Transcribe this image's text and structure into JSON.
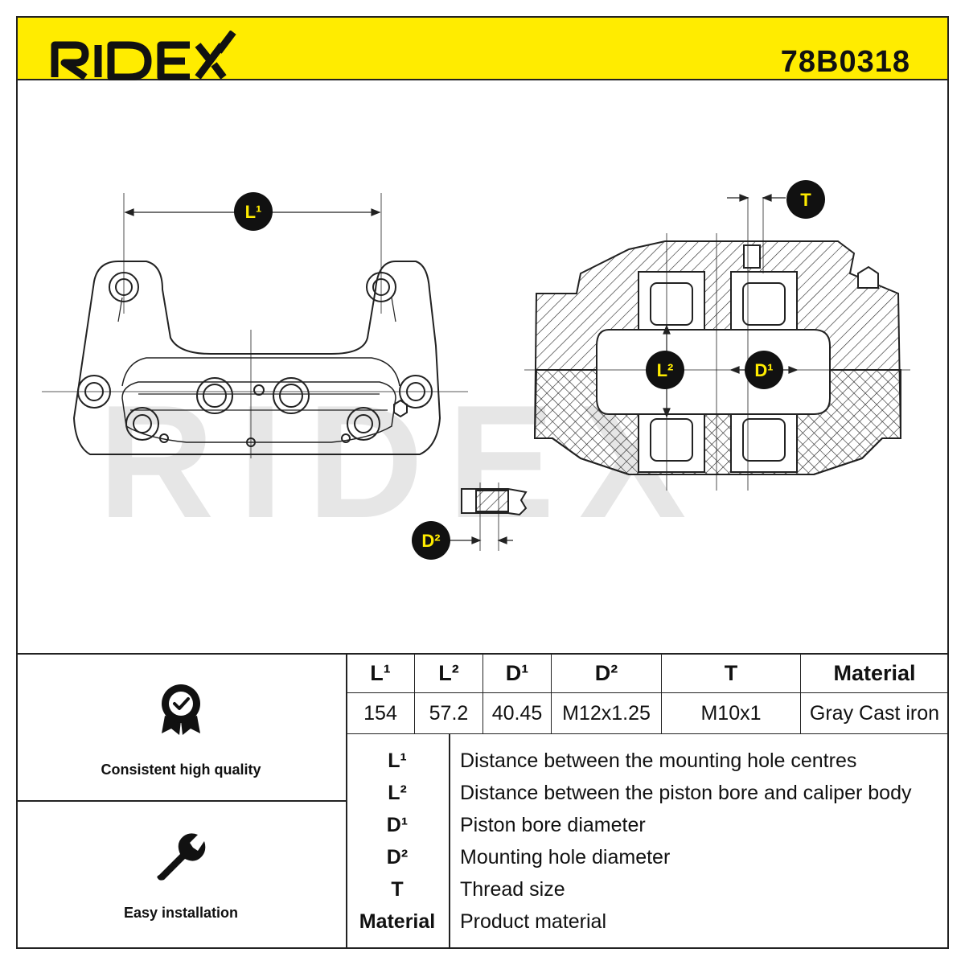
{
  "header": {
    "brand": "RIDEX",
    "part_number": "78B0318",
    "accent_color": "#ffec00"
  },
  "drawing": {
    "watermark": "RIDEX",
    "badges": {
      "l1": "L¹",
      "l2": "L²",
      "d1": "D¹",
      "d2": "D²",
      "t": "T"
    }
  },
  "features": [
    {
      "icon": "quality-badge-icon",
      "label": "Consistent high quality"
    },
    {
      "icon": "wrench-icon",
      "label": "Easy installation"
    }
  ],
  "specs": {
    "headers": [
      "L¹",
      "L²",
      "D¹",
      "D²",
      "T",
      "Material"
    ],
    "values": [
      "154",
      "57.2",
      "40.45",
      "M12x1.25",
      "M10x1",
      "Gray Cast iron"
    ]
  },
  "legend": [
    {
      "key": "L¹",
      "desc": "Distance between the mounting hole centres"
    },
    {
      "key": "L²",
      "desc": "Distance between the piston bore and caliper body"
    },
    {
      "key": "D¹",
      "desc": "Piston bore diameter"
    },
    {
      "key": "D²",
      "desc": "Mounting hole diameter"
    },
    {
      "key": "T",
      "desc": "Thread size"
    },
    {
      "key": "Material",
      "desc": "Product material"
    }
  ]
}
